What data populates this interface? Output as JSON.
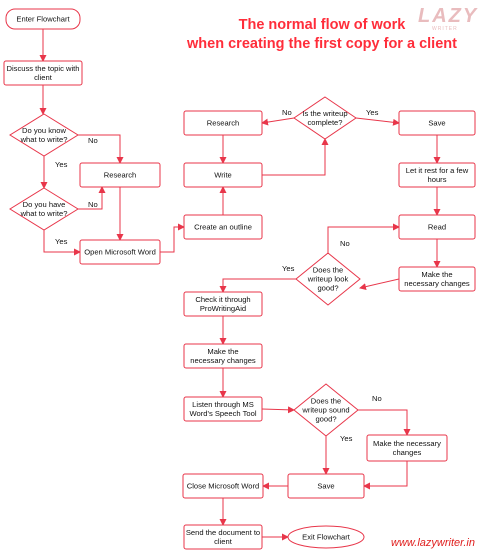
{
  "title": {
    "line1": "The normal flow of work",
    "line2": "when creating the first copy for a client"
  },
  "logo": {
    "text": "LAZY",
    "sub": "WRITER"
  },
  "footer": "www.lazywriter.in",
  "colors": {
    "stroke": "#e8364a",
    "fill": "#ffffff",
    "text": "#111111",
    "title": "#ff2d3a"
  },
  "nodes": [
    {
      "id": "enter",
      "shape": "rounded",
      "lines": [
        "Enter Flowchart"
      ]
    },
    {
      "id": "discuss",
      "shape": "rect",
      "lines": [
        "Discuss the topic with",
        "client"
      ]
    },
    {
      "id": "know",
      "shape": "diamond",
      "lines": [
        "Do you know",
        "what to write?"
      ]
    },
    {
      "id": "research1",
      "shape": "rect",
      "lines": [
        "Research"
      ]
    },
    {
      "id": "have",
      "shape": "diamond",
      "lines": [
        "Do you have",
        "what to write?"
      ]
    },
    {
      "id": "openword",
      "shape": "rect",
      "lines": [
        "Open Microsoft Word"
      ]
    },
    {
      "id": "outline",
      "shape": "rect",
      "lines": [
        "Create an outline"
      ]
    },
    {
      "id": "write",
      "shape": "rect",
      "lines": [
        "Write"
      ]
    },
    {
      "id": "research2",
      "shape": "rect",
      "lines": [
        "Research"
      ]
    },
    {
      "id": "complete",
      "shape": "diamond",
      "lines": [
        "Is the writeup",
        "complete?"
      ]
    },
    {
      "id": "save1",
      "shape": "rect",
      "lines": [
        "Save"
      ]
    },
    {
      "id": "rest",
      "shape": "rect",
      "lines": [
        "Let it rest for a few",
        "hours"
      ]
    },
    {
      "id": "read",
      "shape": "rect",
      "lines": [
        "Read"
      ]
    },
    {
      "id": "lookgood",
      "shape": "diamond",
      "lines": [
        "Does the",
        "writeup look",
        "good?"
      ]
    },
    {
      "id": "changes1",
      "shape": "rect",
      "lines": [
        "Make the",
        "necessary changes"
      ]
    },
    {
      "id": "prowriting",
      "shape": "rect",
      "lines": [
        "Check it through",
        "ProWritingAid"
      ]
    },
    {
      "id": "changes2",
      "shape": "rect",
      "lines": [
        "Make the",
        "necessary changes"
      ]
    },
    {
      "id": "listen",
      "shape": "rect",
      "lines": [
        "Listen through MS",
        "Word's Speech Tool"
      ]
    },
    {
      "id": "soundgood",
      "shape": "diamond",
      "lines": [
        "Does the",
        "writeup sound",
        "good?"
      ]
    },
    {
      "id": "changes3",
      "shape": "rect",
      "lines": [
        "Make the necessary",
        "changes"
      ]
    },
    {
      "id": "save2",
      "shape": "rect",
      "lines": [
        "Save"
      ]
    },
    {
      "id": "closeword",
      "shape": "rect",
      "lines": [
        "Close Microsoft Word"
      ]
    },
    {
      "id": "send",
      "shape": "rect",
      "lines": [
        "Send the document to",
        "client"
      ]
    },
    {
      "id": "exit",
      "shape": "ellipse",
      "lines": [
        "Exit Flowchart"
      ]
    }
  ],
  "edges": [
    {
      "id": "e1",
      "from": "enter",
      "to": "discuss",
      "label": ""
    },
    {
      "id": "e2",
      "from": "discuss",
      "to": "know",
      "label": ""
    },
    {
      "id": "e3",
      "from": "know",
      "to": "research1",
      "label": "No"
    },
    {
      "id": "e4",
      "from": "know",
      "to": "have",
      "label": "Yes"
    },
    {
      "id": "e5",
      "from": "have",
      "to": "research1",
      "label": "No"
    },
    {
      "id": "e6",
      "from": "have",
      "to": "openword",
      "label": "Yes"
    },
    {
      "id": "e7",
      "from": "research1",
      "to": "openword",
      "label": ""
    },
    {
      "id": "e8",
      "from": "openword",
      "to": "outline",
      "label": ""
    },
    {
      "id": "e9",
      "from": "outline",
      "to": "write",
      "label": ""
    },
    {
      "id": "e10",
      "from": "write",
      "to": "complete",
      "label": ""
    },
    {
      "id": "e11",
      "from": "complete",
      "to": "research2",
      "label": "No"
    },
    {
      "id": "e12",
      "from": "research2",
      "to": "write",
      "label": ""
    },
    {
      "id": "e13",
      "from": "complete",
      "to": "save1",
      "label": "Yes"
    },
    {
      "id": "e14",
      "from": "save1",
      "to": "rest",
      "label": ""
    },
    {
      "id": "e15",
      "from": "rest",
      "to": "read",
      "label": ""
    },
    {
      "id": "e16",
      "from": "read",
      "to": "changes1",
      "label": ""
    },
    {
      "id": "e17",
      "from": "changes1",
      "to": "lookgood",
      "label": ""
    },
    {
      "id": "e18",
      "from": "lookgood",
      "to": "read",
      "label": "No"
    },
    {
      "id": "e19",
      "from": "lookgood",
      "to": "prowriting",
      "label": "Yes"
    },
    {
      "id": "e20",
      "from": "prowriting",
      "to": "changes2",
      "label": ""
    },
    {
      "id": "e21",
      "from": "changes2",
      "to": "listen",
      "label": ""
    },
    {
      "id": "e22",
      "from": "listen",
      "to": "soundgood",
      "label": ""
    },
    {
      "id": "e23",
      "from": "soundgood",
      "to": "changes3",
      "label": "No"
    },
    {
      "id": "e24",
      "from": "soundgood",
      "to": "save2",
      "label": "Yes"
    },
    {
      "id": "e25",
      "from": "changes3",
      "to": "save2",
      "label": ""
    },
    {
      "id": "e26",
      "from": "save2",
      "to": "closeword",
      "label": ""
    },
    {
      "id": "e27",
      "from": "closeword",
      "to": "send",
      "label": ""
    },
    {
      "id": "e28",
      "from": "send",
      "to": "exit",
      "label": ""
    }
  ]
}
